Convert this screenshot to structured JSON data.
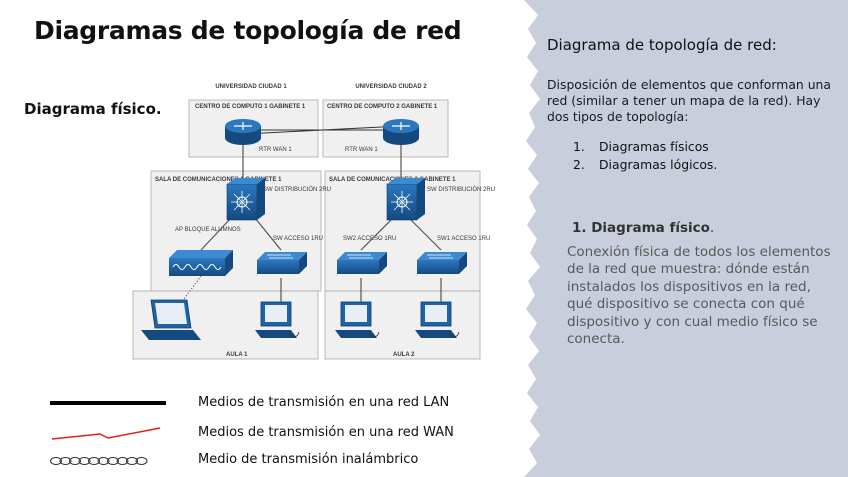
{
  "slide": {
    "title": "Diagramas de topología de red",
    "subtitle": "Diagrama físico.",
    "panel": {
      "heading": "Diagrama de topología de red",
      "heading_suffix": ":",
      "description": "Disposición de elementos que conforman una red (similar a tener un mapa de la red). Hay dos tipos de topología:",
      "list": [
        {
          "num": "1.",
          "label": "Diagramas físicos"
        },
        {
          "num": "2.",
          "label": "Diagramas lógicos."
        }
      ],
      "section_heading": "1. Diagrama físico",
      "section_heading_suffix": ".",
      "section_body": "Conexión física de todos los elementos de la red que muestra: dónde están instalados los dispositivos en la red, qué dispositivo se conecta con qué dispositivo y con cual medio físico se conecta."
    },
    "legend": [
      {
        "label": "Medios de transmisión en una red LAN",
        "symbol": "lan-line"
      },
      {
        "label": "Medios de transmisión en una red WAN",
        "symbol": "wan-zigzag"
      },
      {
        "label": "Medio de transmisión inalámbrico",
        "symbol": "wireless-chain"
      }
    ],
    "diagram": {
      "univ1": "UNIVERSIDAD CIUDAD 1",
      "univ2": "UNIVERSIDAD CIUDAD 2",
      "cc1": "CENTRO DE COMPUTO 1 GABINETE 1",
      "cc2": "CENTRO DE COMPUTO 2 GABINETE 1",
      "rtr1": "RTR WAN 1",
      "rtr2": "RTR WAN 1",
      "sala1": "SALA DE COMUNICACIONES 1 GABINETE 1",
      "sala2": "SALA DE COMUNICACIONES 2 GABINETE 1",
      "swd1": "SW DISTRIBUCIÓN 2RU",
      "swd2": "SW DISTRIBUCIÓN 2RU",
      "ap": "AP BLOQUE ALUMNOS",
      "swa1": "SW ACCESO 1RU",
      "swa2": "SW2 ACCESO 1RU",
      "swa3": "SW1 ACCESO 1RU",
      "aula1": "AULA 1",
      "aula2": "AULA 2"
    },
    "colors": {
      "panel_bg": "#c9cedd",
      "device_blue": "#1e63a6",
      "device_blue_dark": "#154a7f",
      "wan_red": "#e0201b",
      "box_fill": "#f0f0f0",
      "box_border": "#a9a9a9"
    }
  }
}
